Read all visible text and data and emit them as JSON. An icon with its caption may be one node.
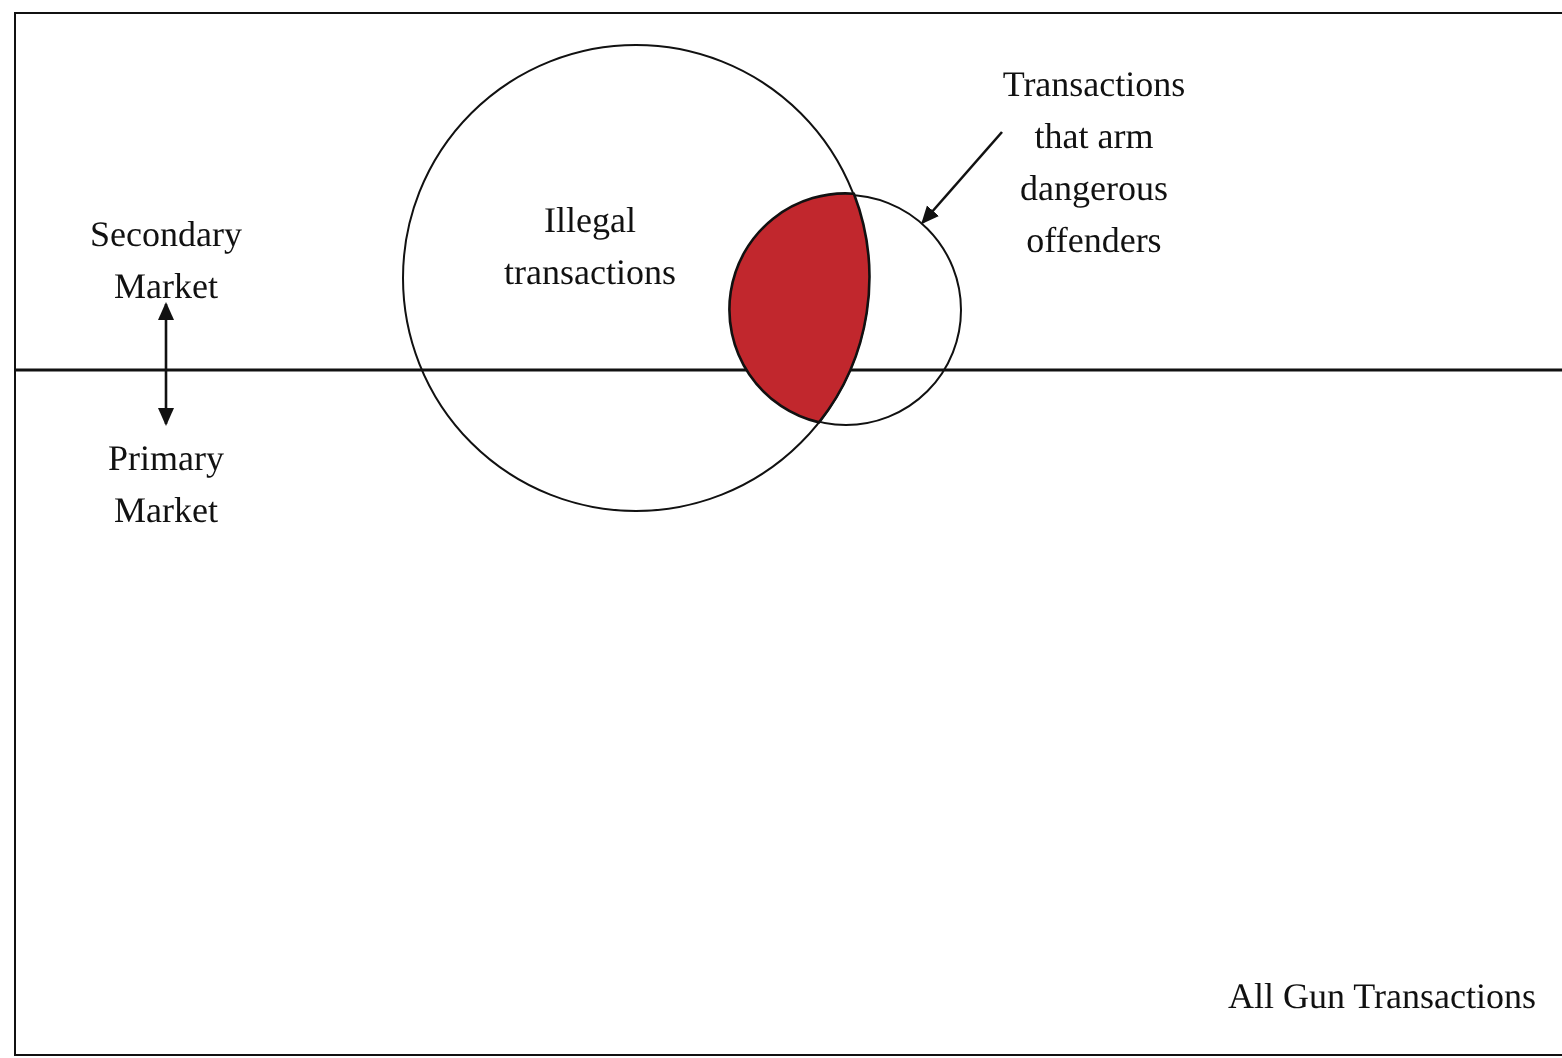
{
  "diagram": {
    "nodes": [
      {
        "text": [
          "All Gun Transactions"
        ]
      },
      {
        "text": [
          "Transactions that arm dangerous offenders"
        ],
        "in": 0
      },
      {
        "text": [
          "Illegal transactions"
        ],
        "in": 0
      },
      {
        "text": [
          "Secondary Market"
        ],
        "in": 0
      },
      {
        "text": [],
        "shape": "circle",
        "in": 0
      },
      {
        "text": [
          "Primary Market"
        ],
        "in": 0
      }
    ],
    "edges": [
      {
        "from": 1,
        "to": 4,
        "arrow": "to"
      },
      {
        "from": 3,
        "to": 5,
        "arrow": "both"
      }
    ]
  }
}
